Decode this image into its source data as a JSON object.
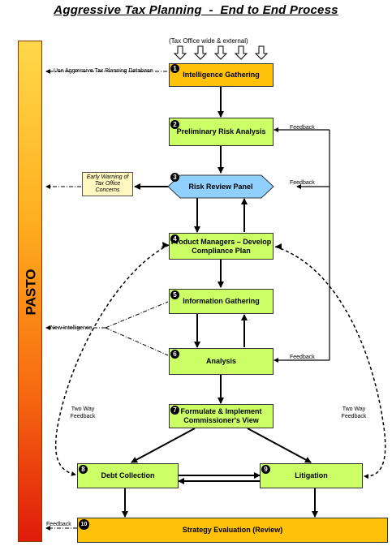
{
  "title": "Aggressive Tax Planning  -  End to End Process",
  "side_bar": "PASTO",
  "top_note": "(Tax Office  wide & external)",
  "database_label": "Use Aggressive Tax Planning Database",
  "early_warning": "Early Warning of Tax Office Concerns",
  "new_intelligence": "New Intelligence",
  "feedback": "Feedback",
  "two_way_feedback_left": "Two Way Feedback",
  "two_way_feedback_right": "Two Way Feedback",
  "steps": {
    "s1": {
      "num": "1",
      "label": "Intelligence Gathering"
    },
    "s2": {
      "num": "2",
      "label": "Preliminary Risk Analysis"
    },
    "s3": {
      "num": "3",
      "label": "Risk Review Panel"
    },
    "s4": {
      "num": "4",
      "label": "Product Managers  –  Develop Compliance Plan"
    },
    "s5": {
      "num": "5",
      "label": "Information Gathering"
    },
    "s6": {
      "num": "6",
      "label": "Analysis"
    },
    "s7": {
      "num": "7",
      "label": "Formulate & Implement Commissioner's View"
    },
    "s8": {
      "num": "8",
      "label": "Debt Collection"
    },
    "s9": {
      "num": "9",
      "label": "Litigation"
    },
    "s10": {
      "num": "10",
      "label": "Strategy Evaluation (Review)"
    }
  },
  "colors": {
    "orange": "#ffc20a",
    "green": "#ccff66",
    "hexagon": "#8fd0ff",
    "warning": "#fff8c0"
  }
}
